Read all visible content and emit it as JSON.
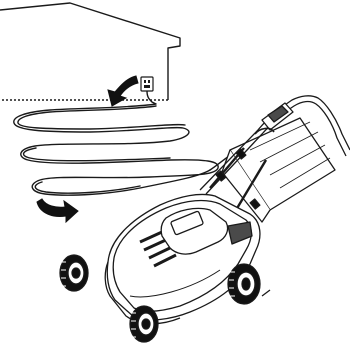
{
  "diagram": {
    "description_visible_text": "",
    "colors": {
      "line": "#1a1a1a",
      "fill": "#ffffff",
      "shade": "#4a4a4a",
      "dark": "#111111"
    },
    "icons": {
      "house": "house-outline",
      "outlet": "power-outlet",
      "arrow_in": "curved-arrow-pointing-to-outlet",
      "arrow_out": "curved-arrow-pointing-right",
      "cord": "coiled-extension-cord",
      "mower": "electric-lawn-mower"
    }
  }
}
